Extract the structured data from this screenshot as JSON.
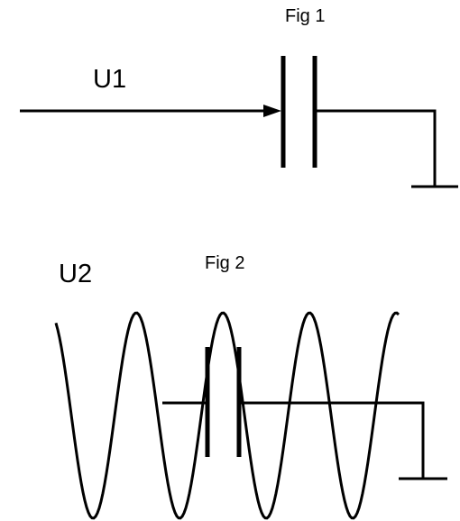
{
  "figures": [
    {
      "title": "Fig 1",
      "signal_label": "U1",
      "signal": "DC arrow into capacitor",
      "components": [
        "arrow",
        "capacitor",
        "ground"
      ]
    },
    {
      "title": "Fig 2",
      "signal_label": "U2",
      "signal": "AC sine wave over capacitor",
      "wave_cycles": 4,
      "components": [
        "sine-wave",
        "capacitor",
        "ground"
      ]
    }
  ],
  "colors": {
    "stroke": "#000000",
    "background": "#ffffff"
  }
}
